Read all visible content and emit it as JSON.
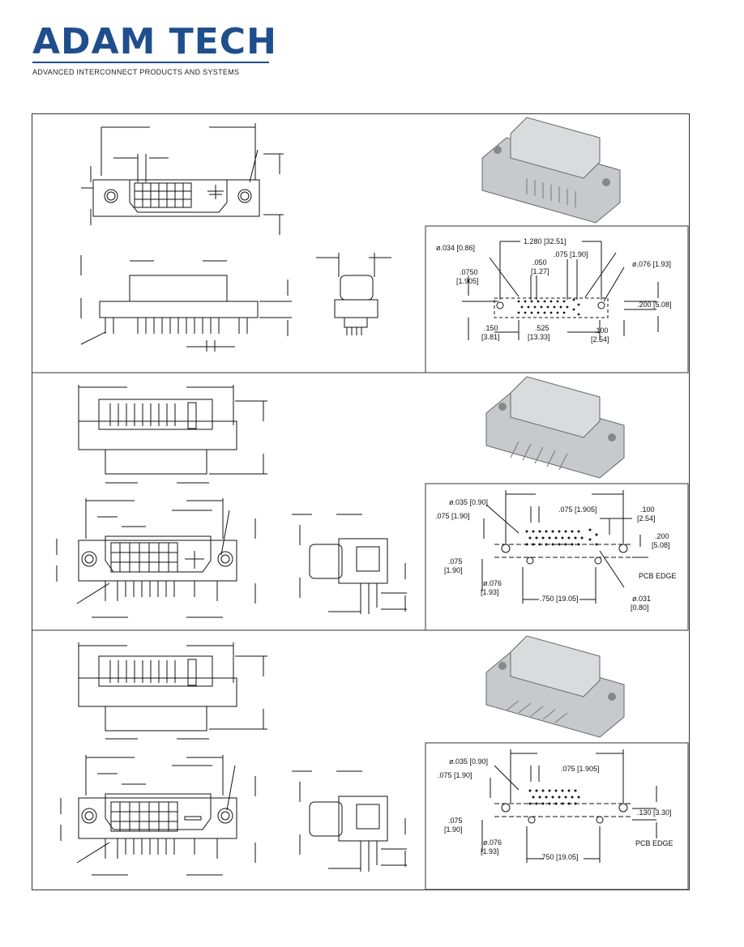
{
  "header": {
    "brand": "ADAM TECH",
    "tagline": "ADVANCED INTERCONNECT PRODUCTS AND SYSTEMS"
  },
  "section1": {
    "pcb": {
      "d_hole": "ø.034 [0.86]",
      "overall": "1.280 [32.51]",
      "p075": ".075 [1.90]",
      "p050": ".050",
      "p050mm": "[1.27]",
      "mount": "ø.076 [1.93]",
      "p0750": ".0750",
      "p0750mm": "[1.905]",
      "h200": ".200 [5.08]",
      "p150": ".150",
      "p150mm": "[3.81]",
      "p525": ".525",
      "p525mm": "[13.33]",
      "p100": ".100",
      "p100mm": "[2.54]"
    }
  },
  "section2": {
    "pcb": {
      "d_hole": "ø.035 [0.90]",
      "p075a": ".075 [1.90]",
      "p075b": ".075 [1.905]",
      "p100": ".100",
      "p100mm": "[2.54]",
      "p200": ".200",
      "p200mm": "[5.08]",
      "p075c": ".075",
      "p075cmm": "[1.90]",
      "pcb_edge": "PCB EDGE",
      "mount": "ø.076",
      "mountmm": "[1.93]",
      "p750": ".750 [19.05]",
      "small": "ø.031",
      "smallmm": "[0.80]"
    }
  },
  "section3": {
    "pcb": {
      "d_hole": "ø.035 [0.90]",
      "p075a": ".075 [1.90]",
      "p075b": ".075 [1.905]",
      "p075c": ".075",
      "p075cmm": "[1.90]",
      "p130": ".130 [3.30]",
      "pcb_edge": "PCB EDGE",
      "mount": "ø.076",
      "mountmm": "[1.93]",
      "p750": ".750 [19.05]"
    }
  }
}
